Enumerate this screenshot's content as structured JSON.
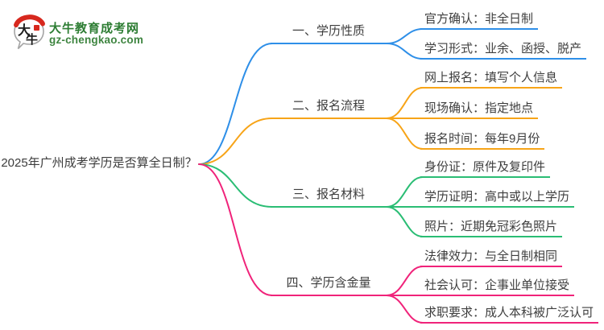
{
  "logo": {
    "mark_char1": "大",
    "mark_char2": "牛",
    "site_name": "大牛教育成考网",
    "site_url": "gz-chengkao.com",
    "brand_green": "#2d7d33",
    "url_green": "#3e8540",
    "brand_red": "#d7281e"
  },
  "root": {
    "label": "2025年广州成考学历是否算全日制？"
  },
  "branches": [
    {
      "label": "一、学历性质",
      "color": "#2e8fe8",
      "children": [
        "官方确认：非全日制",
        "学习形式：业余、函授、脱产"
      ]
    },
    {
      "label": "二、报名流程",
      "color": "#f7a418",
      "children": [
        "网上报名：填写个人信息",
        "现场确认：指定地点",
        "报名时间：每年9月份"
      ]
    },
    {
      "label": "三、报名材料",
      "color": "#2abd74",
      "children": [
        "身份证：原件及复印件",
        "学历证明：高中或以上学历",
        "照片：近期免冠彩色照片"
      ]
    },
    {
      "label": "四、学历含金量",
      "color": "#f0237a",
      "children": [
        "法律效力：与全日制相同",
        "社会认可：企事业单位接受",
        "求职要求：成人本科被广泛认可"
      ]
    }
  ]
}
